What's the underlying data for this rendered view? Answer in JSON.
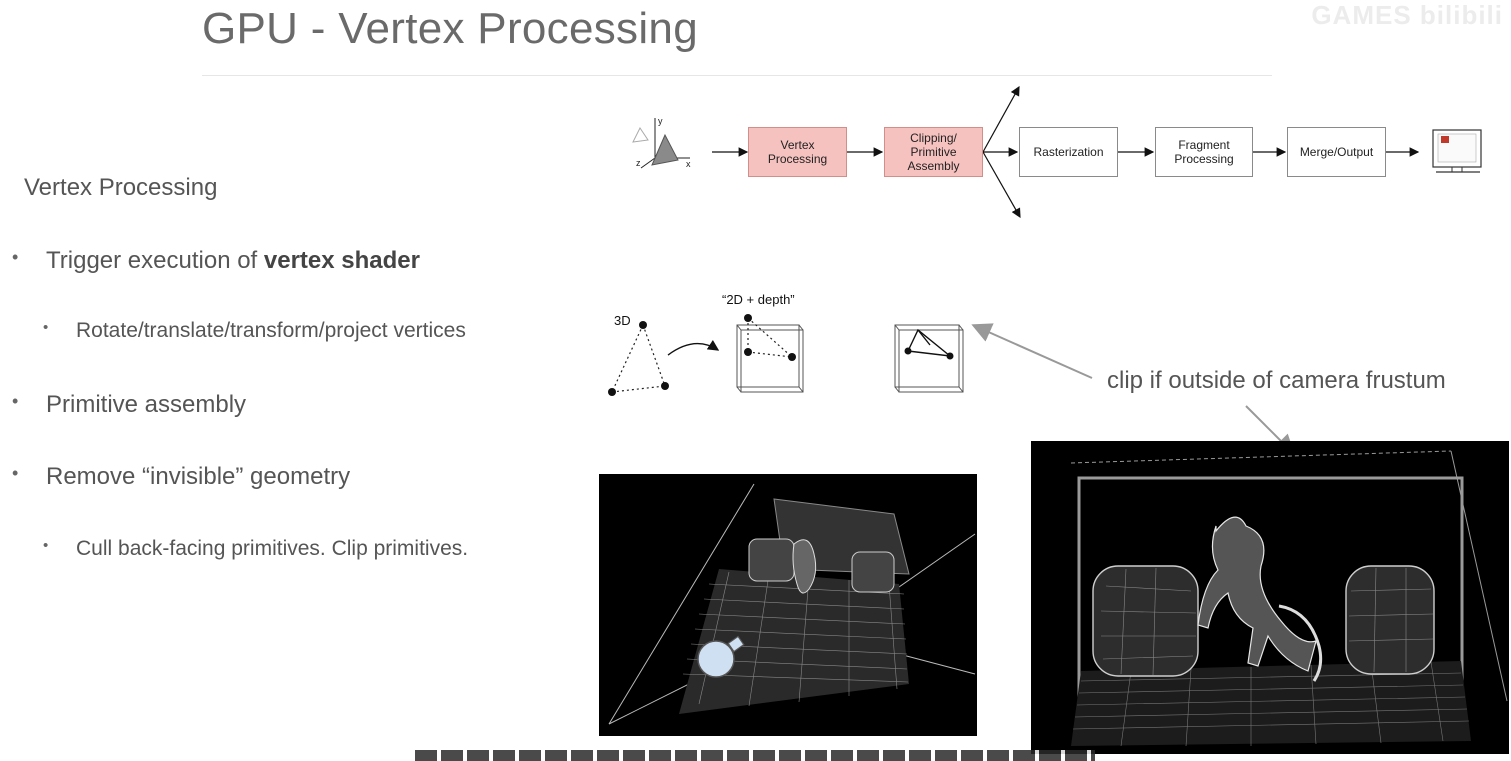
{
  "slide": {
    "title": "GPU - Vertex Processing",
    "watermark": "GAMES bilibili"
  },
  "content": {
    "section_heading": "Vertex Processing",
    "bullets": [
      {
        "prefix": "Trigger execution of ",
        "bold": "vertex shader"
      },
      {
        "text": "Rotate/translate/transform/project vertices"
      },
      {
        "text": "Primitive assembly"
      },
      {
        "text": "Remove “invisible” geometry"
      },
      {
        "text": "Cull back-facing primitives. Clip primitives."
      }
    ]
  },
  "pipeline": {
    "stages": [
      {
        "label": "Vertex\nProcessing",
        "highlight": true
      },
      {
        "label": "Clipping/\nPrimitive\nAssembly",
        "highlight": true
      },
      {
        "label": "Rasterization",
        "highlight": false
      },
      {
        "label": "Fragment\nProcessing",
        "highlight": false
      },
      {
        "label": "Merge/Output",
        "highlight": false
      }
    ],
    "axis_labels": {
      "y": "y",
      "x": "x",
      "z": "z"
    },
    "highlight_fill": "#f6c2bf",
    "highlight_border": "#d28f8a"
  },
  "diagram": {
    "label_3d": "3D",
    "label_2d_depth": "“2D + depth”",
    "clip_note": "clip if outside of camera frustum"
  },
  "icons": {
    "axes": "coordinate-axes-icon",
    "monitor": "monitor-icon",
    "camera": "camera-icon"
  }
}
